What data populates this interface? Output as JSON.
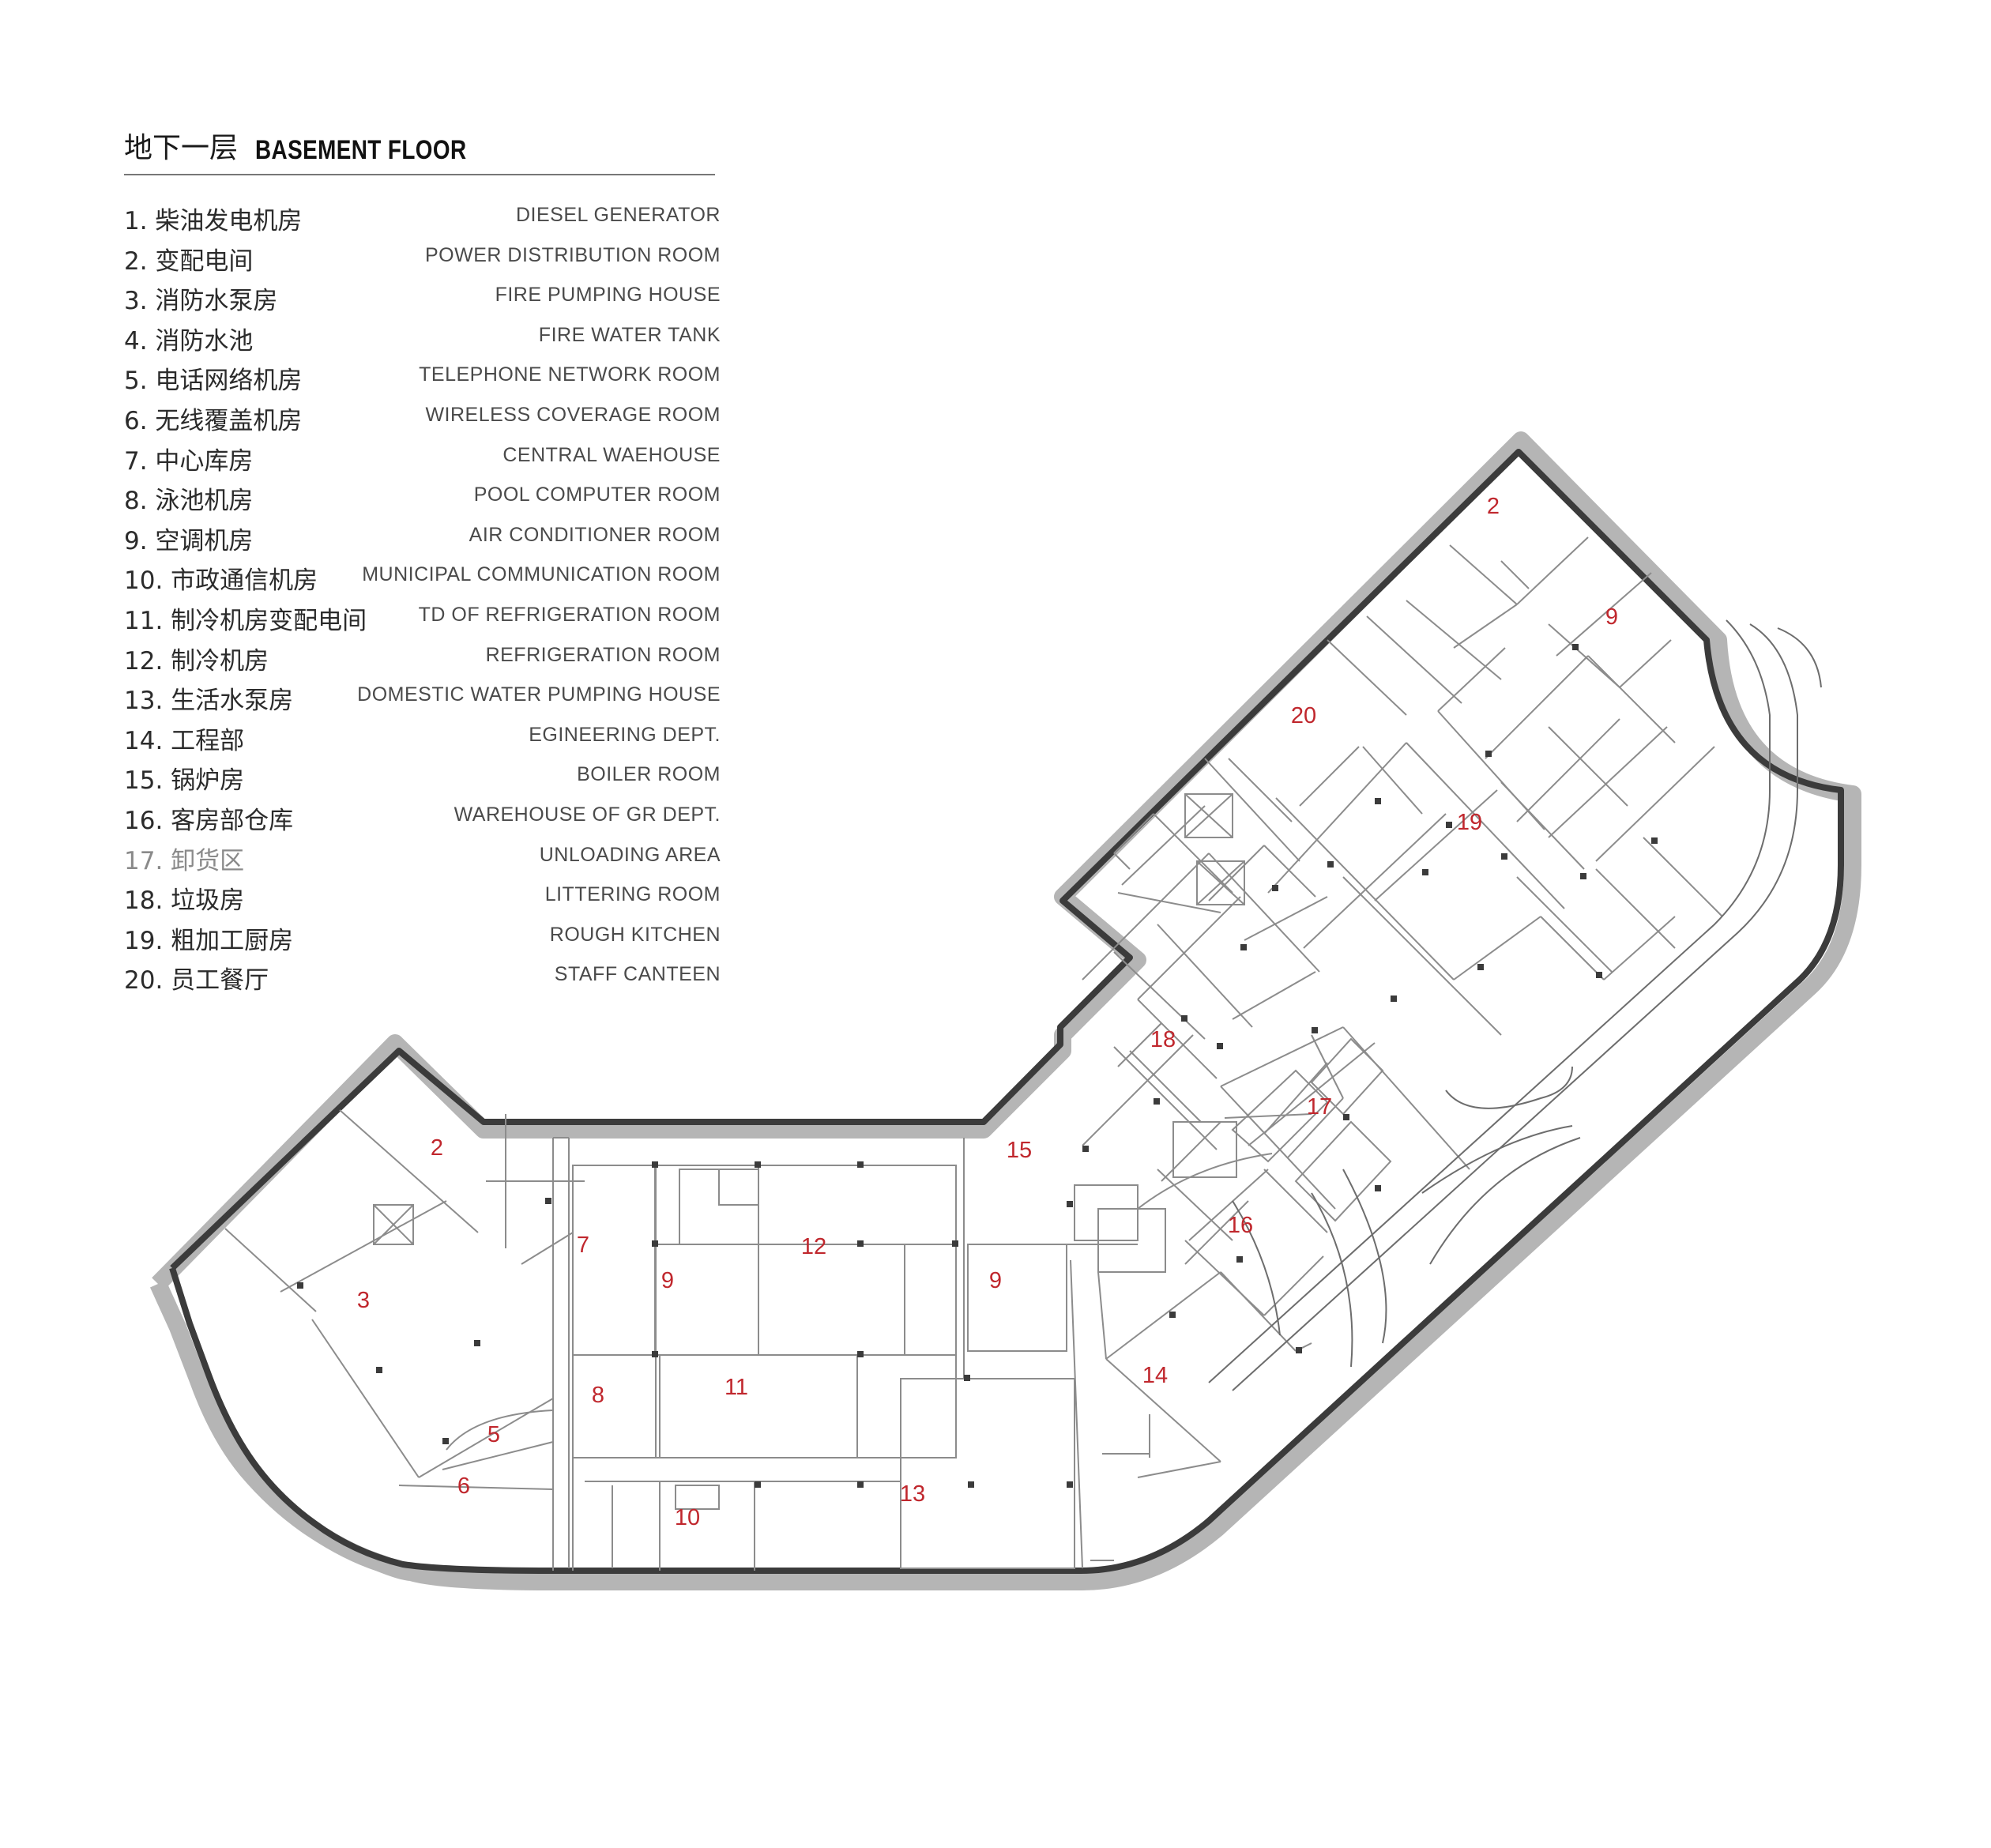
{
  "title": {
    "zh": "地下一层",
    "en": "BASEMENT FLOOR"
  },
  "legend": [
    {
      "zh": "1. 柴油发电机房",
      "en": "DIESEL GENERATOR"
    },
    {
      "zh": "2. 变配电间",
      "en": "POWER DISTRIBUTION ROOM"
    },
    {
      "zh": "3. 消防水泵房",
      "en": "FIRE PUMPING HOUSE"
    },
    {
      "zh": "4. 消防水池",
      "en": "FIRE WATER TANK"
    },
    {
      "zh": "5. 电话网络机房",
      "en": "TELEPHONE NETWORK ROOM"
    },
    {
      "zh": "6. 无线覆盖机房",
      "en": "WIRELESS COVERAGE ROOM"
    },
    {
      "zh": "7. 中心库房",
      "en": "CENTRAL WAEHOUSE"
    },
    {
      "zh": "8. 泳池机房",
      "en": "POOL COMPUTER ROOM"
    },
    {
      "zh": "9. 空调机房",
      "en": "AIR CONDITIONER ROOM"
    },
    {
      "zh": "10. 市政通信机房",
      "en": "MUNICIPAL COMMUNICATION ROOM"
    },
    {
      "zh": "11. 制冷机房变配电间",
      "en": "TD OF REFRIGERATION ROOM"
    },
    {
      "zh": "12. 制冷机房",
      "en": "REFRIGERATION ROOM"
    },
    {
      "zh": "13. 生活水泵房",
      "en": "DOMESTIC WATER PUMPING HOUSE"
    },
    {
      "zh": "14. 工程部",
      "en": "EGINEERING DEPT."
    },
    {
      "zh": "15. 锅炉房",
      "en": "BOILER ROOM"
    },
    {
      "zh": "16. 客房部仓库",
      "en": "WAREHOUSE OF GR DEPT."
    },
    {
      "zh": "17. 卸货区",
      "en": "UNLOADING AREA",
      "muted": true
    },
    {
      "zh": "18. 垃圾房",
      "en": "LITTERING ROOM"
    },
    {
      "zh": "19. 粗加工厨房",
      "en": "ROUGH KITCHEN"
    },
    {
      "zh": "20. 员工餐厅",
      "en": "STAFF CANTEEN"
    }
  ],
  "room_labels": [
    "2",
    "9",
    "20",
    "19",
    "18",
    "17",
    "15",
    "16",
    "14",
    "2",
    "3",
    "7",
    "9",
    "12",
    "9",
    "5",
    "8",
    "11",
    "6",
    "10",
    "13"
  ],
  "colors": {
    "wall": "#3b3b3b",
    "wall_shadow": "#b5b5b5",
    "line": "#8c8c8c",
    "label": "#c0272d"
  }
}
